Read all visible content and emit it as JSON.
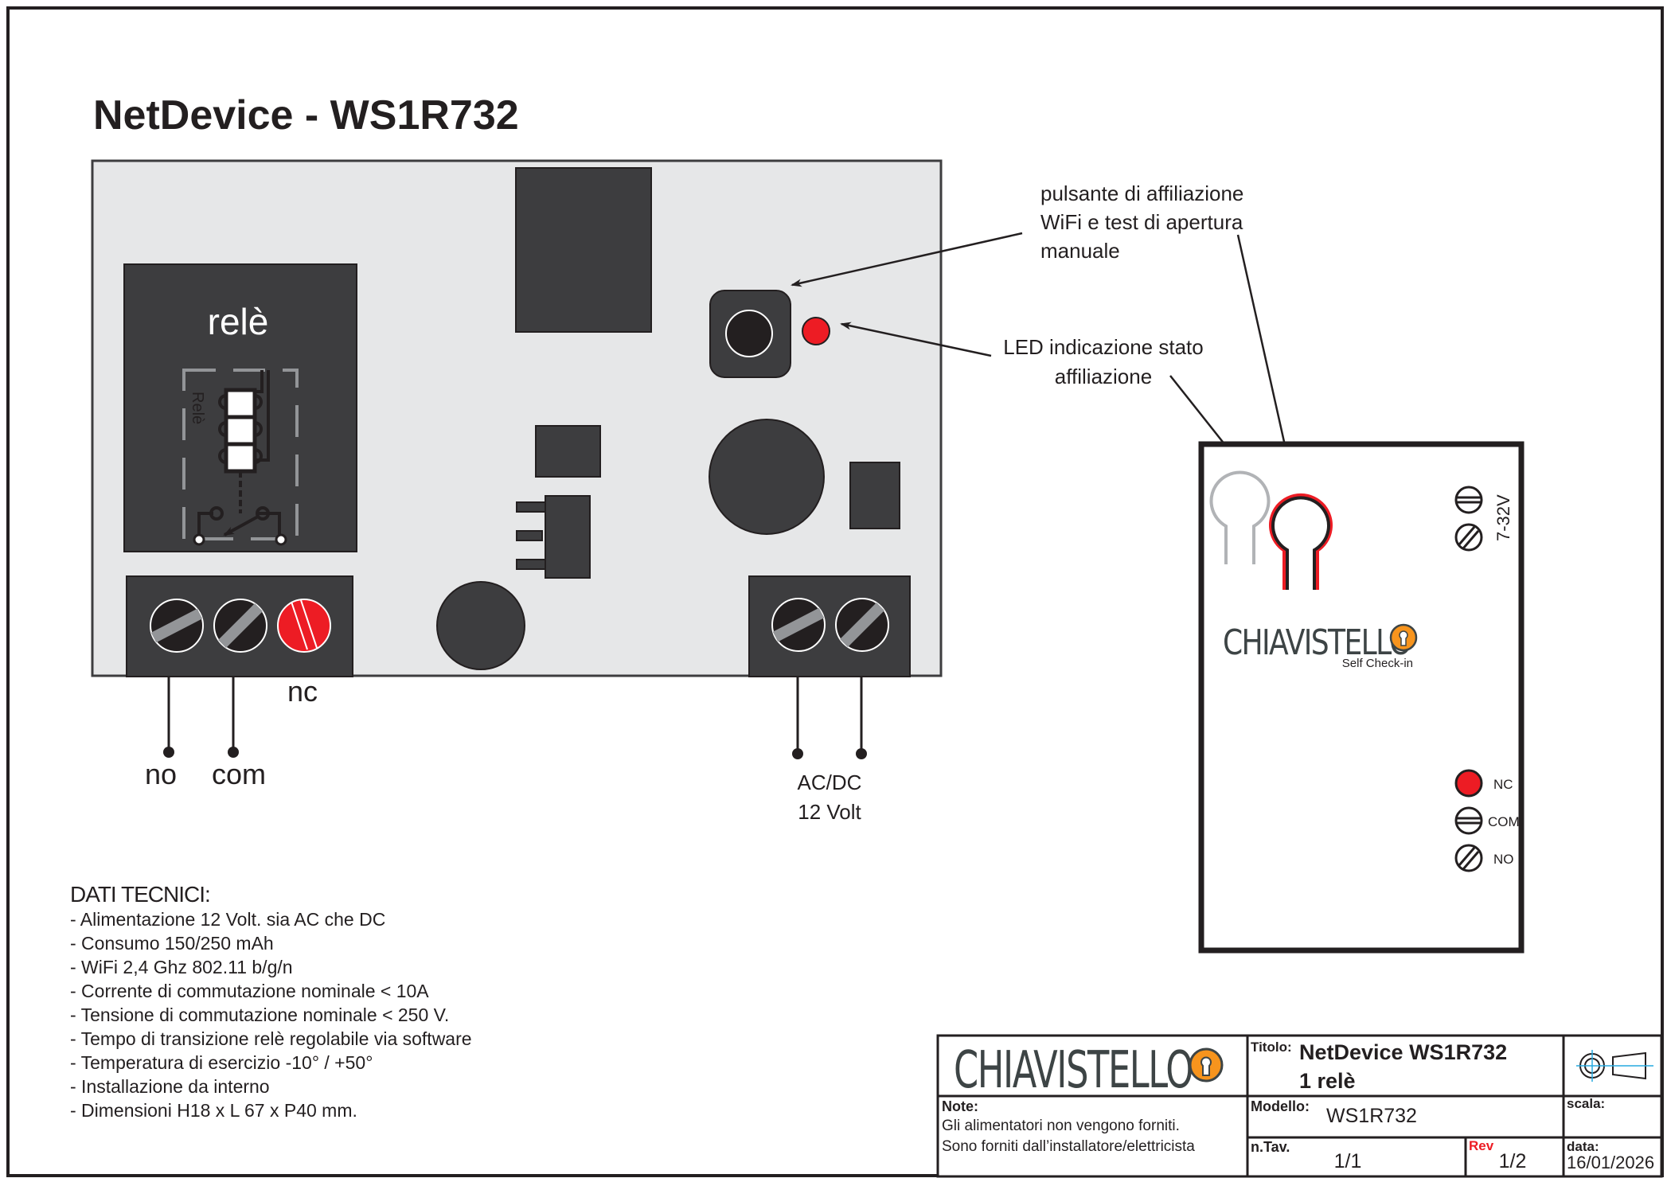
{
  "page_title": "NetDevice - WS1R732",
  "board": {
    "relay_label": "relè",
    "relay_symbol_label": "Relè",
    "relay_terminals": [
      {
        "label": "no",
        "screw": "black"
      },
      {
        "label": "com",
        "screw": "black"
      },
      {
        "label": "nc",
        "screw": "red"
      }
    ],
    "power_label_line1": "AC/DC",
    "power_label_line2": "12 Volt"
  },
  "callouts": {
    "button_line1": "pulsante di affiliazione",
    "button_line2": "WiFi e test di apertura",
    "button_line3": "manuale",
    "led_line1": "LED indicazione stato",
    "led_line2": "affiliazione"
  },
  "enclosure": {
    "power_label": "7-32V",
    "brand": "CHIAVISTELLO",
    "brand_tagline": "Self Check-in",
    "terminals": [
      "NC",
      "COM",
      "NO"
    ]
  },
  "specs": {
    "heading": "DATI TECNICI:",
    "items": [
      "- Alimentazione 12 Volt. sia AC che DC",
      "- Consumo 150/250 mAh",
      "- WiFi 2,4 Ghz 802.11 b/g/n",
      "- Corrente di commutazione nominale < 10A",
      "- Tensione di commutazione nominale < 250 V.",
      "- Tempo di transizione relè regolabile via software",
      "- Temperatura di esercizio -10° / +50°",
      "- Installazione da interno",
      "- Dimensioni H18 x L 67 x P40 mm."
    ]
  },
  "title_block": {
    "brand": "CHIAVISTELLO",
    "titolo_label": "Titolo:",
    "titolo_line1": "NetDevice WS1R732",
    "titolo_line2": "1 relè",
    "note_label": "Note:",
    "note_line1": "Gli alimentatori non vengono forniti.",
    "note_line2": "Sono forniti dall’installatore/elettricista",
    "modello_label": "Modello:",
    "modello_value": "WS1R732",
    "scala_label": "scala:",
    "ntav_label": "n.Tav.",
    "ntav_value": "1/1",
    "rev_label": "Rev",
    "rev_value": "1/2",
    "data_label": "data:",
    "data_value": "16/01/2026"
  },
  "colors": {
    "pcb": "#e6e7e8",
    "component": "#3d3d3f",
    "accent_red": "#ed1c24",
    "brand_orange": "#f7941d",
    "projection_cyan": "#27aae1"
  }
}
